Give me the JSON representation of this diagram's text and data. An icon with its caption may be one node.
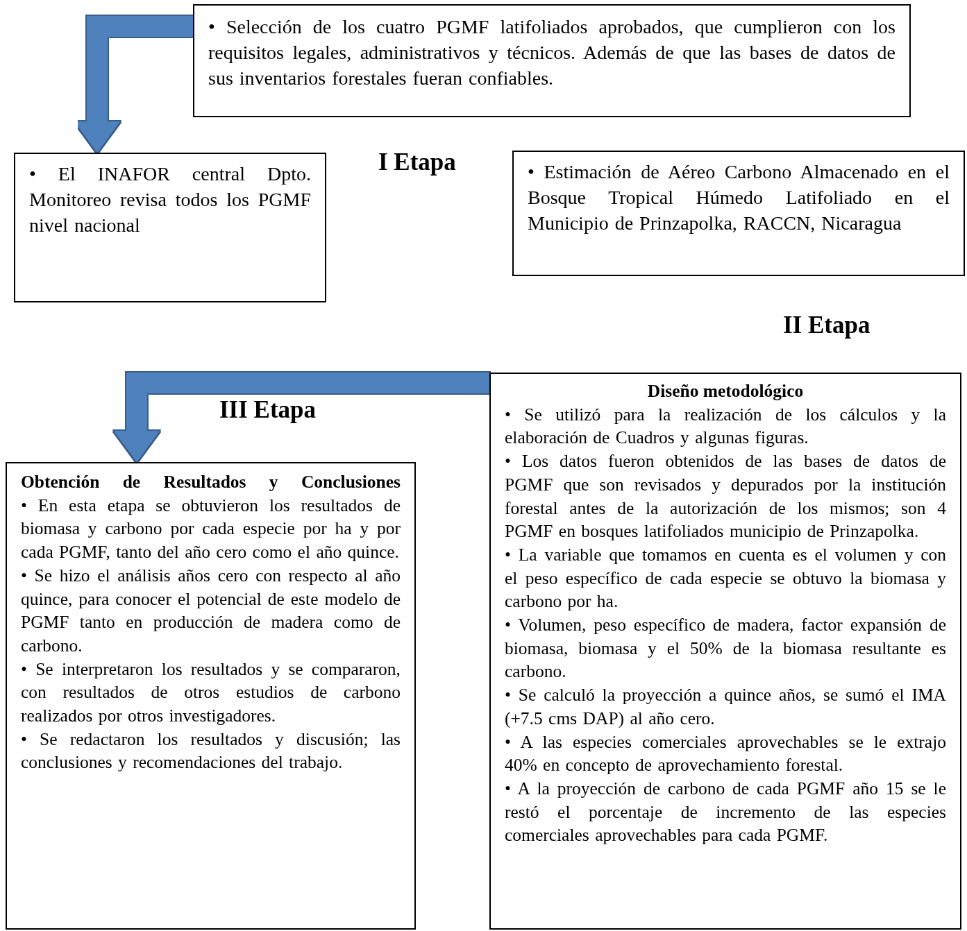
{
  "diagram": {
    "nodes": [
      {
        "text": [
          "• Selección de los cuatro PGMF latifoliados aprobados, que cumplieron con los requisitos legales, administrativos y técnicos. Además de que las bases de datos de sus inventarios forestales fueran confiables."
        ]
      },
      {
        "text": [
          "• El INAFOR central Dpto. Monitoreo revisa todos los PGMF nivel nacional"
        ]
      },
      {
        "text": [
          "• Estimación de Aéreo Carbono Almacenado en el Bosque Tropical Húmedo Latifoliado en el Municipio de Prinzapolka, RACCN, Nicaragua"
        ]
      },
      {
        "text": [
          "Diseño metodológico",
          "• Se utilizó para la realización de los cálculos y la elaboración de Cuadros y algunas figuras.",
          "• Los datos fueron obtenidos de las bases de datos de PGMF que son revisados y depurados por la institución forestal antes de la autorización de los mismos; son 4 PGMF en bosques latifoliados municipio de Prinzapolka.",
          "• La variable que tomamos en cuenta es el volumen y con el peso específico de cada especie se obtuvo la biomasa y carbono por ha.",
          "• Volumen, peso específico de madera, factor expansión de biomasa, biomasa y el 50% de la biomasa resultante es carbono.",
          "• Se calculó la proyección a quince años, se sumó el IMA (+7.5 cms DAP) al año cero.",
          "• A las especies comerciales aprovechables se le extrajo 40% en concepto de aprovechamiento forestal.",
          "• A la proyección de carbono de cada PGMF año 15 se le restó el porcentaje de incremento de las especies comerciales aprovechables para cada PGMF."
        ]
      },
      {
        "text": [
          "Obtención de Resultados y Conclusiones",
          "• En esta etapa se obtuvieron los resultados de biomasa y carbono por cada especie por ha y por cada PGMF, tanto del año cero como el año quince.",
          "• Se hizo el análisis años cero con respecto al año quince, para conocer el potencial de este modelo de PGMF tanto en producción de madera como de carbono.",
          "• Se interpretaron los resultados y se compararon, con resultados de otros estudios de carbono realizados por otros investigadores.",
          "• Se redactaron los resultados y discusión; las conclusiones y recomendaciones del trabajo."
        ]
      }
    ],
    "edges": [
      {
        "from": 0,
        "to": 1,
        "arrow": "to"
      },
      {
        "from": 1,
        "to": 2,
        "arrow": "to"
      },
      {
        "from": 2,
        "to": 3,
        "arrow": "to"
      },
      {
        "from": 3,
        "to": 4,
        "arrow": "to"
      }
    ],
    "labels": [
      "I Etapa",
      "II Etapa",
      "III Etapa"
    ]
  }
}
